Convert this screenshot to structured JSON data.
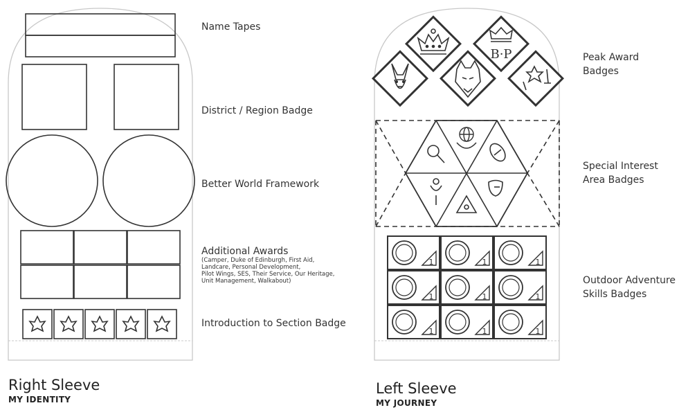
{
  "right_sleeve": {
    "title": "Right Sleeve",
    "subtitle": "MY IDENTITY",
    "labels": {
      "name_tapes": "Name Tapes",
      "district_region": "District / Region Badge",
      "better_world": "Better World Framework",
      "additional_awards": "Additional Awards",
      "additional_awards_detail": [
        "(Camper, Duke of Edinburgh, First Aid,",
        "Landcare, Personal Development,",
        "Pilot Wings, SES, Their Service, Our Heritage,",
        "Unit Management, Walkabout)"
      ],
      "intro_section": "Introduction to Section Badge"
    }
  },
  "left_sleeve": {
    "title": "Left Sleeve",
    "subtitle": "MY JOURNEY",
    "labels": {
      "peak_award": [
        "Peak Award",
        "Badges"
      ],
      "special_interest": [
        "Special Interest",
        "Area Badges"
      ],
      "outdoor_adventure": [
        "Outdoor Adventure",
        "Skills Badges"
      ]
    },
    "peak_badge_text": "B·P",
    "oas_level_marks": [
      "1",
      "1",
      "1",
      "1",
      "1",
      "1",
      "1",
      "1",
      "1"
    ]
  },
  "colors": {
    "line": "#333333",
    "faint": "#c8c8c8"
  }
}
